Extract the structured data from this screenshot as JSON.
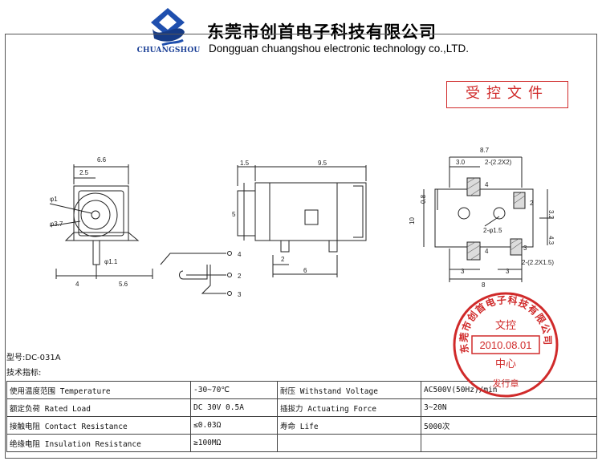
{
  "header": {
    "brand": "CHUANGSHOU",
    "company_cn": "东莞市创首电子科技有限公司",
    "company_en": "Dongguan chuangshou electronic technology co.,LTD."
  },
  "stamp_box": {
    "label": "受控文件"
  },
  "drawing": {
    "front": {
      "w_total": "6.6",
      "w_half": "2.5",
      "d_inner": "φ1",
      "d_outer": "φ3.7",
      "pin_d": "φ1.1",
      "left": "4",
      "right": "5.6"
    },
    "side": {
      "w_small": "1.5",
      "length": "9.5",
      "height": "5",
      "pin_gap": "2",
      "pin_span": "6"
    },
    "bottom": {
      "width": "8.7",
      "pad_top": "3.0",
      "pad_top_size": "2-(2.2X2)",
      "gap_v": "0.8",
      "height": "10",
      "hole": "2-φ1.5",
      "h_right_top": "3.2",
      "h_right_bot": "4.3",
      "pad_bot_size": "2-(2.2X1.5)",
      "bot_left": "3",
      "bot_right": "3",
      "bot_width": "8"
    },
    "pins": {
      "p4": "4",
      "p2": "2",
      "p3": "3",
      "s4": "4",
      "s2": "2",
      "s3": "3"
    }
  },
  "model": "型号:DC-031A",
  "spec_title": "技术指标:",
  "specs": [
    {
      "name": "使用温度范围 Temperature",
      "value": "-30~70℃",
      "name2": "耐压 Withstand Voltage",
      "value2": "AC500V(50Hz)/min"
    },
    {
      "name": "额定负荷 Rated Load",
      "value": "DC 30V 0.5A",
      "name2": "插拔力 Actuating Force",
      "value2": "3~20N"
    },
    {
      "name": "接触电阻 Contact Resistance",
      "value": "≤0.03Ω",
      "name2": "寿命 Life",
      "value2": "5000次"
    },
    {
      "name": "绝缘电阻 Insulation Resistance",
      "value": "≥100MΩ",
      "name2": "",
      "value2": ""
    }
  ],
  "seal": {
    "ring": "东莞市创首电子科技有限公司",
    "line1": "文控",
    "date": "2010.08.01",
    "line2": "中心",
    "bottom": "发行章"
  },
  "colors": {
    "brand_blue": "#1a3f96",
    "seal_red": "#d02a2a"
  }
}
